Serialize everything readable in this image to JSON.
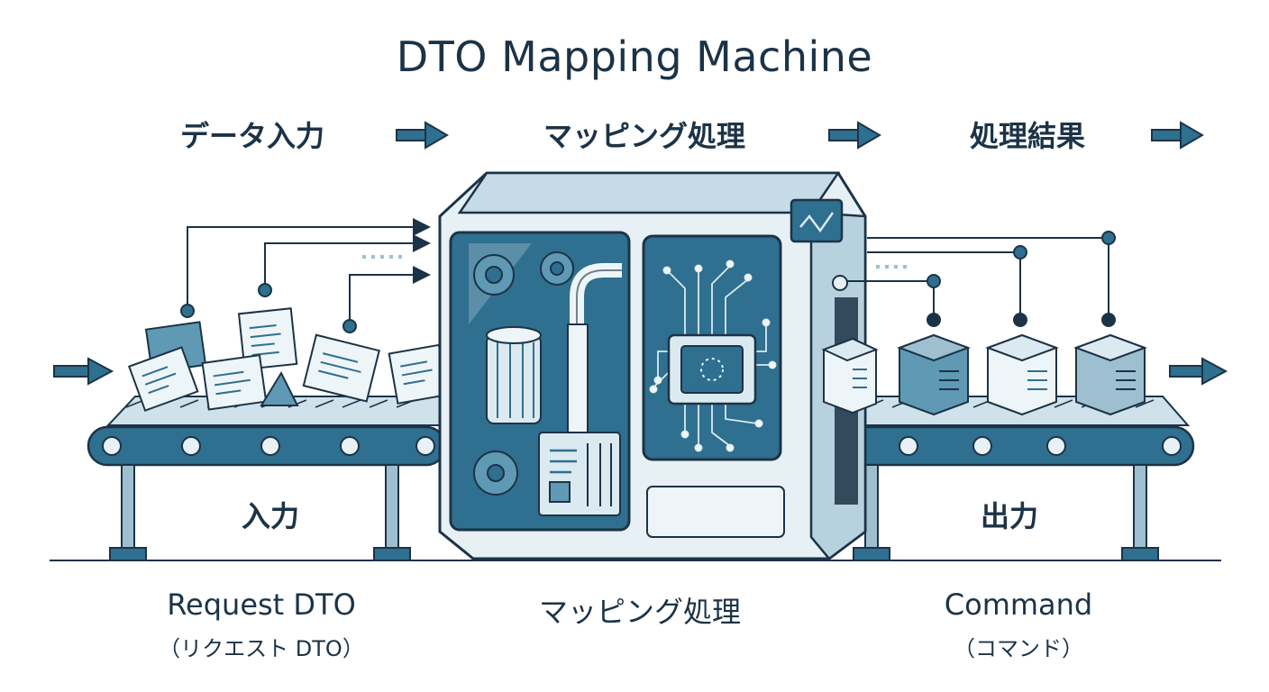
{
  "title": "DTO Mapping Machine",
  "steps": [
    {
      "label": "データ入力"
    },
    {
      "label": "マッピング処理"
    },
    {
      "label": "処理結果"
    }
  ],
  "zones": {
    "input": "入力",
    "output": "出力"
  },
  "captions": {
    "input_main": "Request DTO",
    "input_sub": "（リクエスト DTO）",
    "center_main": "マッピング処理",
    "output_main": "Command",
    "output_sub": "（コマンド）"
  },
  "colors": {
    "ink": "#1c3347",
    "teal": "#2f6f8f",
    "light": "#dbe9f1",
    "mid": "#5f99b3",
    "paper": "#eef5f8"
  }
}
